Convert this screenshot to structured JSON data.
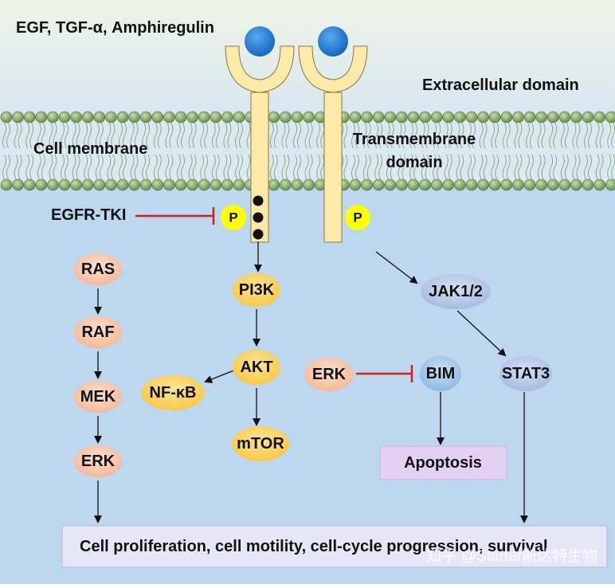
{
  "labels": {
    "ligands": "EGF, TGF-α, Amphiregulin",
    "extracellular": "Extracellular domain",
    "cell_membrane": "Cell membrane",
    "transmembrane_line1": "Transmembrane",
    "transmembrane_line2": "domain",
    "egfr_tki": "EGFR-TKI",
    "phospho1": "P",
    "phospho2": "P",
    "watermark": "知乎 @Starter斯达特生物"
  },
  "nodes": {
    "ras": "RAS",
    "raf": "RAF",
    "mek": "MEK",
    "erk_left": "ERK",
    "pi3k": "PI3K",
    "akt": "AKT",
    "nfkb": "NF-κB",
    "mtor": "mTOR",
    "erk_mid": "ERK",
    "bim": "BIM",
    "apoptosis": "Apoptosis",
    "jak": "JAK1/2",
    "stat3": "STAT3"
  },
  "outcome": "Cell proliferation, cell motility, cell-cycle progression, survival",
  "colors": {
    "extracellular_top": "#eef4e8",
    "extracellular_bottom": "#d7e6f0",
    "intracellular": "#bdd7ee",
    "bead": "#6f9a52",
    "receptor": "#fde9a8",
    "ligand": "#1f7ad6",
    "phospho": "#ffff00",
    "ras_pathway": "#f6c7a8",
    "pi3k_pathway": "#fcd15a",
    "bim": "#9dc3e6",
    "jak_stat": "#b4c7e7",
    "apoptosis": "#e2d1f0",
    "outcome_box": "#e7e6f7",
    "inhibitor": "#d11f1f"
  }
}
